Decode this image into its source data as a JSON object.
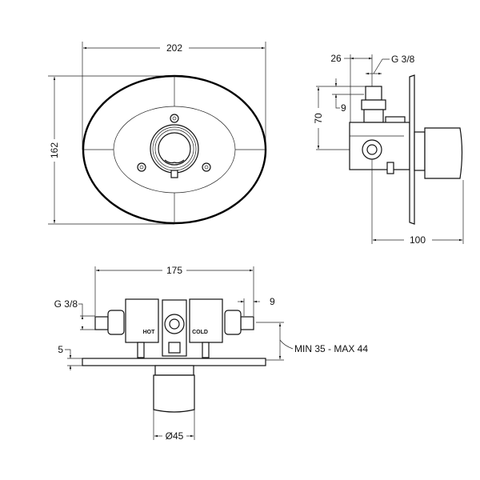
{
  "front_view": {
    "width_dim": "202",
    "height_dim": "162"
  },
  "side_view": {
    "pipe_offset_dim": "26",
    "thread_label": "G 3/8",
    "height_dim": "70",
    "thread_length_dim": "9",
    "depth_dim": "100"
  },
  "bottom_view": {
    "width_dim": "175",
    "thread_label": "G 3/8",
    "thread_length_dim": "9",
    "install_depth_label": "MIN 35 - MAX 44",
    "plate_thickness_dim": "5",
    "handle_diameter_dim": "Ø45",
    "hot_label": "HOT",
    "cold_label": "COLD"
  }
}
